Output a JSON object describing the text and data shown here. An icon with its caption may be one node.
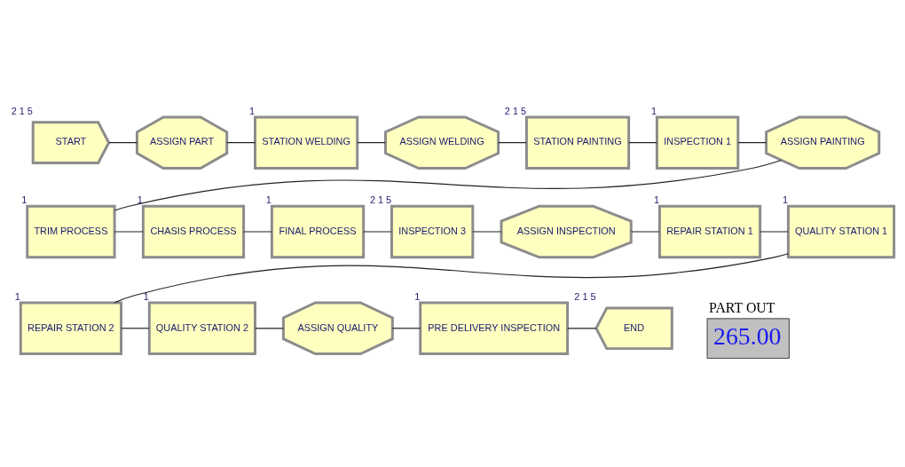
{
  "diagram": {
    "nodes": [
      {
        "text": [
          "START"
        ],
        "beside": [
          "2 1 5"
        ]
      },
      {
        "text": [
          "ASSIGN PART"
        ]
      },
      {
        "text": [
          "STATION WELDING"
        ],
        "beside": [
          "1"
        ]
      },
      {
        "text": [
          "ASSIGN WELDING"
        ]
      },
      {
        "text": [
          "STATION PAINTING"
        ],
        "beside": [
          "2 1 5"
        ]
      },
      {
        "text": [
          "INSPECTION 1"
        ],
        "beside": [
          "1"
        ]
      },
      {
        "text": [
          "ASSIGN PAINTING"
        ]
      },
      {
        "text": [
          "TRIM PROCESS"
        ],
        "beside": [
          "1"
        ]
      },
      {
        "text": [
          "CHASIS PROCESS"
        ],
        "beside": [
          "1"
        ]
      },
      {
        "text": [
          "FINAL PROCESS"
        ],
        "beside": [
          "1"
        ]
      },
      {
        "text": [
          "INSPECTION 3"
        ],
        "beside": [
          "2 1 5"
        ]
      },
      {
        "text": [
          "ASSIGN INSPECTION"
        ]
      },
      {
        "text": [
          "REPAIR STATION 1"
        ],
        "beside": [
          "1"
        ]
      },
      {
        "text": [
          "QUALITY STATION 1"
        ],
        "beside": [
          "1"
        ]
      },
      {
        "text": [
          "REPAIR STATION 2"
        ],
        "beside": [
          "1"
        ]
      },
      {
        "text": [
          "QUALITY STATION 2"
        ],
        "beside": [
          "1"
        ]
      },
      {
        "text": [
          "ASSIGN QUALITY"
        ]
      },
      {
        "text": [
          "PRE DELIVERY INSPECTION"
        ],
        "beside": [
          "1"
        ]
      },
      {
        "text": [
          "END"
        ],
        "beside": [
          "2 1 5"
        ]
      },
      {
        "text": [
          "PART OUT",
          "265.00"
        ]
      }
    ],
    "edges": [
      {
        "from": 0,
        "to": 1,
        "arrow": "none"
      },
      {
        "from": 1,
        "to": 2,
        "arrow": "none"
      },
      {
        "from": 2,
        "to": 3,
        "arrow": "none"
      },
      {
        "from": 3,
        "to": 4,
        "arrow": "none"
      },
      {
        "from": 4,
        "to": 5,
        "arrow": "none"
      },
      {
        "from": 5,
        "to": 6,
        "arrow": "none"
      },
      {
        "from": 6,
        "to": 7,
        "arrow": "none"
      },
      {
        "from": 7,
        "to": 8,
        "arrow": "none"
      },
      {
        "from": 8,
        "to": 9,
        "arrow": "none"
      },
      {
        "from": 9,
        "to": 10,
        "arrow": "none"
      },
      {
        "from": 10,
        "to": 11,
        "arrow": "none"
      },
      {
        "from": 11,
        "to": 12,
        "arrow": "none"
      },
      {
        "from": 12,
        "to": 13,
        "arrow": "none"
      },
      {
        "from": 13,
        "to": 14,
        "arrow": "none"
      },
      {
        "from": 14,
        "to": 15,
        "arrow": "none"
      },
      {
        "from": 15,
        "to": 16,
        "arrow": "none"
      },
      {
        "from": 16,
        "to": 17,
        "arrow": "none"
      },
      {
        "from": 17,
        "to": 18,
        "arrow": "none"
      }
    ]
  }
}
